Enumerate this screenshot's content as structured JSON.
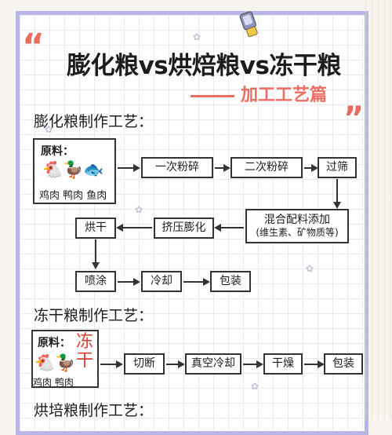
{
  "title": "膨化粮vs烘焙粮vs冻干粮",
  "subtitle": "加工工艺篇",
  "quote_left": "“",
  "quote_right": "”",
  "sections": {
    "puffed": {
      "heading": "膨化粮制作工艺：",
      "source_label": "原料：",
      "source_text": "鸡肉 鸭肉 鱼肉",
      "source_emoji": "🐔🦆🐟",
      "steps": [
        "一次粉碎",
        "二次粉碎",
        "过筛",
        "混合配料添加",
        "(维生素、矿物质等)",
        "挤压膨化",
        "烘干",
        "喷涂",
        "冷却",
        "包装"
      ]
    },
    "freeze": {
      "heading": "冻干粮制作工艺：",
      "source_label": "原料：",
      "source_text": "鸡肉 鸭肉",
      "source_emoji": "🐔🦆",
      "tag": "冻",
      "tag2": "干",
      "steps": [
        "切断",
        "真空冷却",
        "干燥",
        "包装"
      ]
    },
    "baked": {
      "heading": "烘培粮制作工艺："
    }
  }
}
